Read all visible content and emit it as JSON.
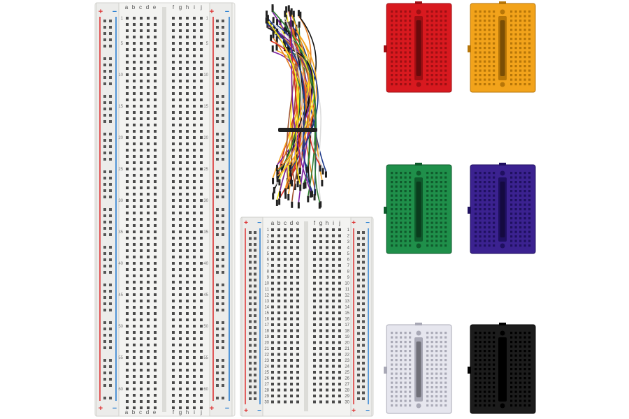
{
  "large_breadboard": {
    "rail_plus": "+",
    "rail_minus": "−",
    "left_cols": [
      "a",
      "b",
      "c",
      "d",
      "e"
    ],
    "right_cols": [
      "f",
      "g",
      "h",
      "i",
      "j"
    ],
    "row_numbers": [
      "1",
      "5",
      "10",
      "15",
      "20",
      "25",
      "30",
      "35",
      "40",
      "45",
      "50",
      "55",
      "60"
    ]
  },
  "half_breadboard": {
    "rail_plus": "+",
    "rail_minus": "−",
    "left_cols": [
      "a",
      "b",
      "c",
      "d",
      "e"
    ],
    "right_cols": [
      "f",
      "g",
      "h",
      "i",
      "j"
    ],
    "row_numbers": [
      "1",
      "2",
      "3",
      "4",
      "5",
      "6",
      "7",
      "8",
      "9",
      "10",
      "11",
      "12",
      "13",
      "14",
      "15",
      "16",
      "17",
      "18",
      "19",
      "20",
      "21",
      "22",
      "23",
      "24",
      "25",
      "26",
      "27",
      "28",
      "29",
      "30"
    ]
  },
  "jumper_wires": {
    "colors": [
      "#d93025",
      "#f5a623",
      "#2e7d32",
      "#1e3a8a",
      "#7b1fa2",
      "#f8e71c",
      "#e67e22",
      "#111111",
      "#a0522d",
      "#ffffff"
    ]
  },
  "mini_breadboards": [
    {
      "color": "#d8191f",
      "dark": "#9e0f13"
    },
    {
      "color": "#f2a31b",
      "dark": "#b77608"
    },
    {
      "color": "#1f8f4a",
      "dark": "#0f5a2c"
    },
    {
      "color": "#3b2290",
      "dark": "#1f1060"
    },
    {
      "color": "#e6e6ee",
      "dark": "#a9a9b6"
    },
    {
      "color": "#1c1c1c",
      "dark": "#000000"
    }
  ]
}
